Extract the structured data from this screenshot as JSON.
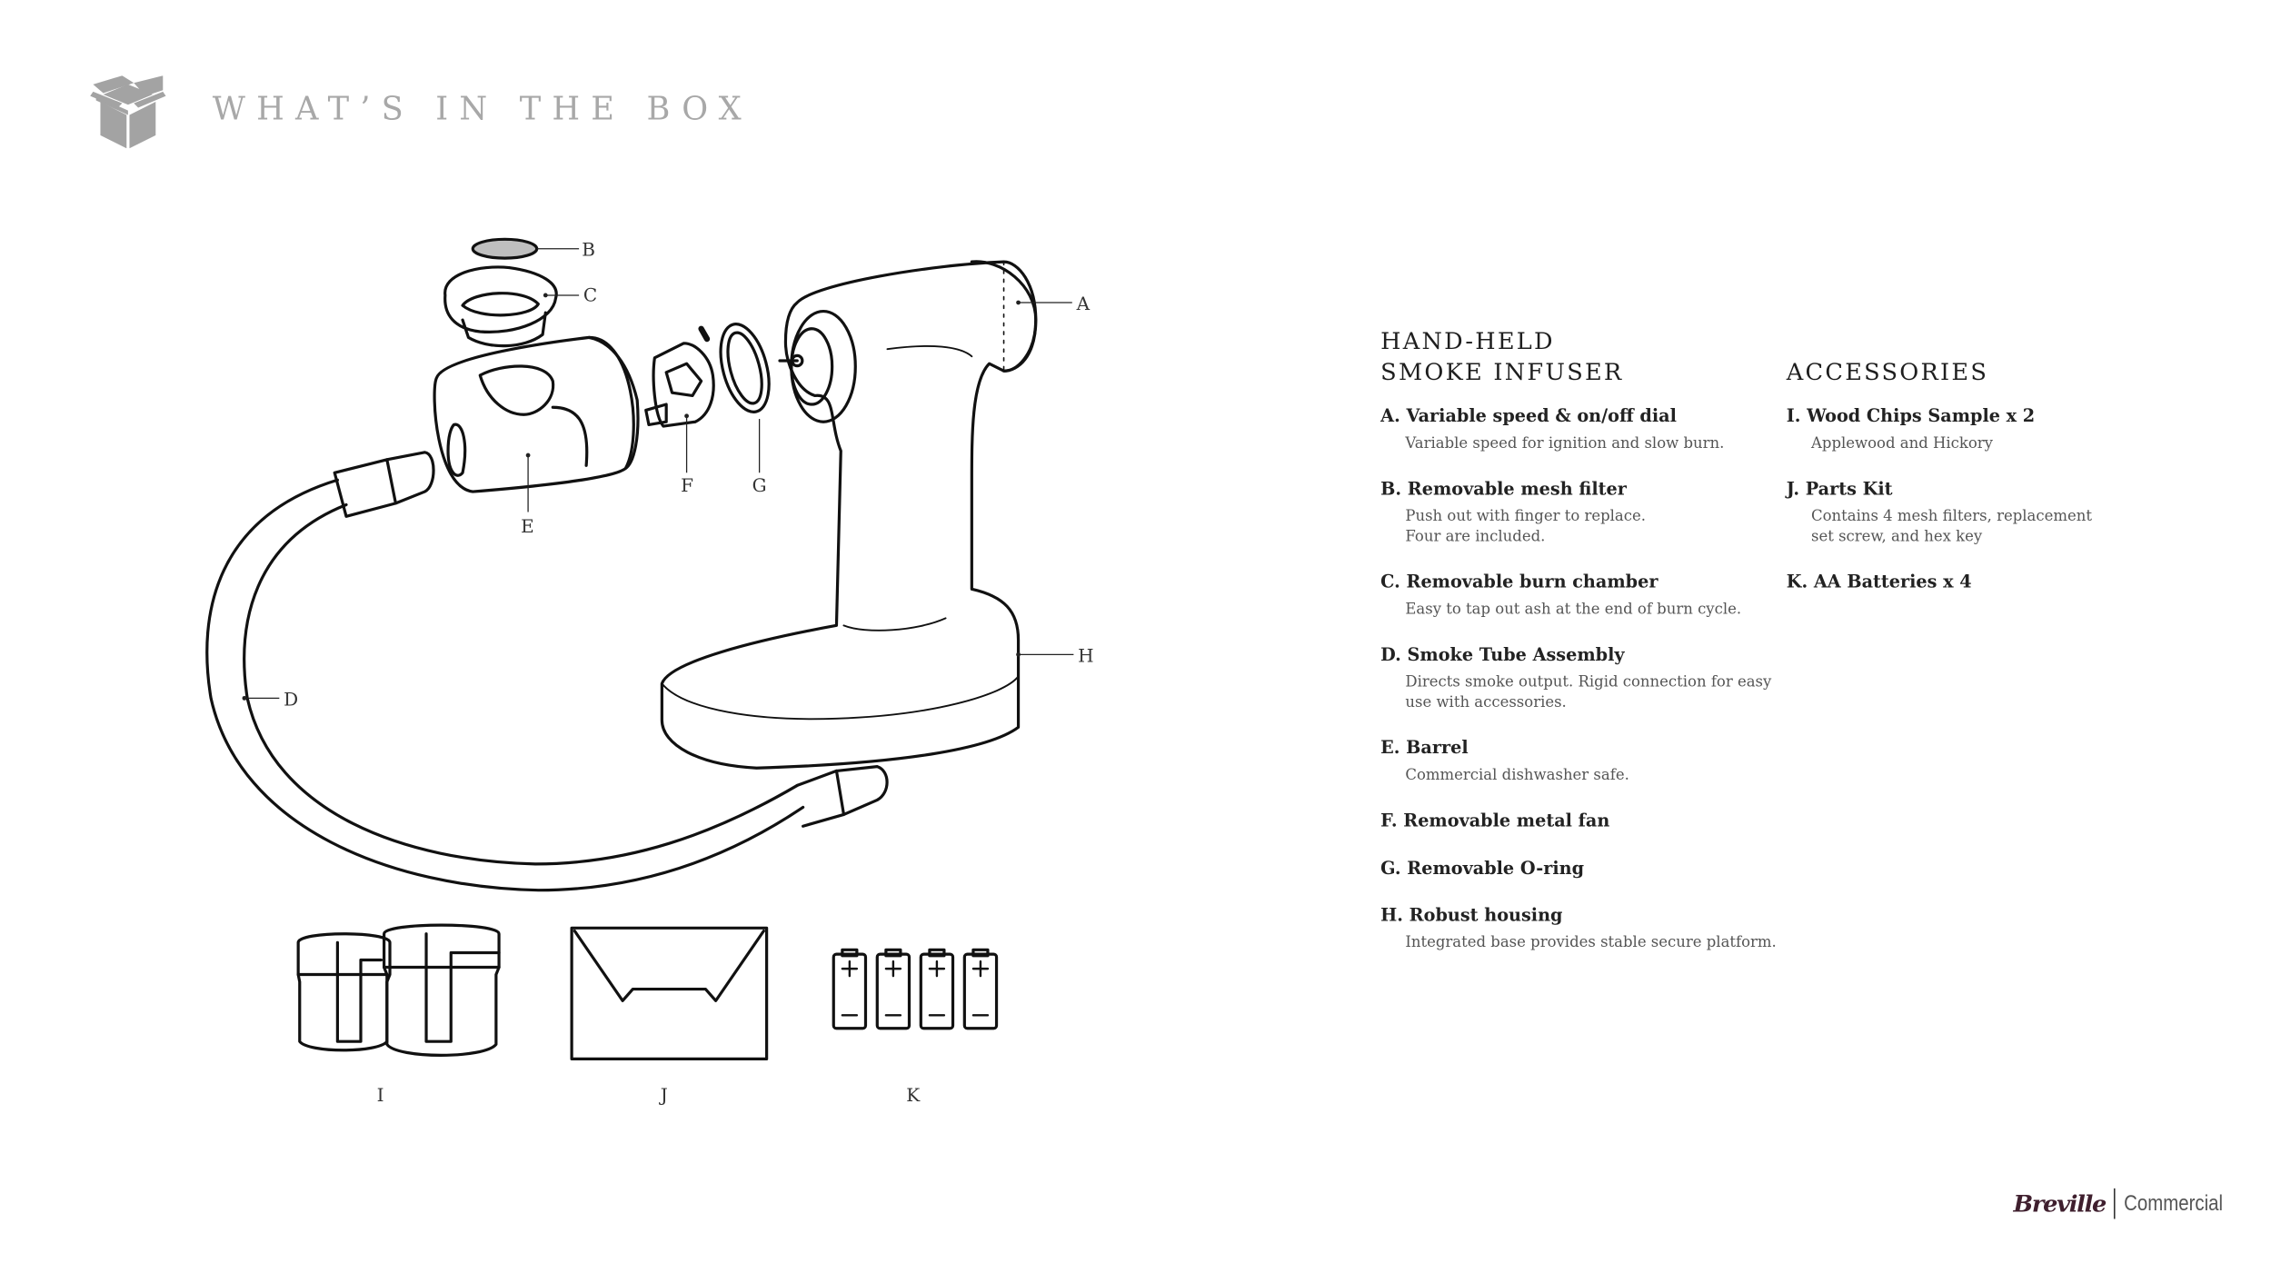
{
  "header": {
    "title": "WHAT’S IN THE BOX",
    "icon": "open-box-icon"
  },
  "figure": {
    "callouts": [
      "A",
      "B",
      "C",
      "D",
      "E",
      "F",
      "G",
      "H"
    ],
    "accessory_labels": [
      "I",
      "J",
      "K"
    ]
  },
  "smoke_infuser": {
    "heading_line1": "HAND-HELD",
    "heading_line2": "SMOKE INFUSER",
    "items": [
      {
        "title": "A. Variable speed & on/off dial",
        "desc": [
          "Variable speed for ignition and slow burn."
        ]
      },
      {
        "title": "B. Removable mesh filter",
        "desc": [
          "Push out with finger to replace.",
          "Four are included."
        ]
      },
      {
        "title": "C. Removable burn chamber",
        "desc": [
          "Easy to tap out ash at the end of burn cycle."
        ]
      },
      {
        "title": "D. Smoke Tube Assembly",
        "desc": [
          "Directs smoke output. Rigid connection for easy",
          "use with accessories."
        ]
      },
      {
        "title": "E. Barrel",
        "desc": [
          "Commercial dishwasher safe."
        ]
      },
      {
        "title": "F. Removable metal fan",
        "desc": []
      },
      {
        "title": "G. Removable O-ring",
        "desc": []
      },
      {
        "title": "H. Robust housing",
        "desc": [
          "Integrated base provides stable secure platform."
        ]
      }
    ]
  },
  "accessories": {
    "heading": "ACCESSORIES",
    "items": [
      {
        "title": "I. Wood Chips Sample x 2",
        "desc": [
          "Applewood and Hickory"
        ]
      },
      {
        "title": "J. Parts Kit",
        "desc": [
          "Contains 4 mesh filters, replacement",
          "set screw, and hex key"
        ]
      },
      {
        "title": "K. AA Batteries x 4",
        "desc": []
      }
    ]
  },
  "brand": {
    "name": "Breville",
    "subtitle": "Commercial"
  },
  "colors": {
    "title_gray": "#a8a8a8",
    "brand_plum": "#3f1f2e",
    "line": "#111111"
  }
}
